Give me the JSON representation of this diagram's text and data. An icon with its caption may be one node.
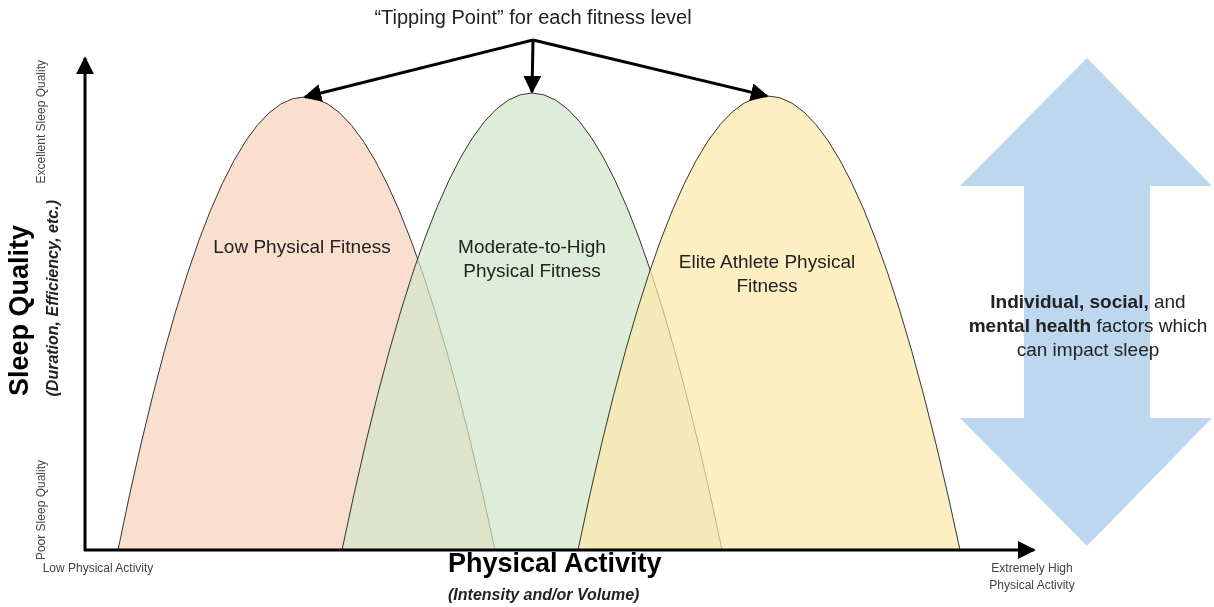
{
  "diagram": {
    "nodes": [
      {
        "text": [
          "“Tipping Point” for each fitness level"
        ]
      },
      {
        "text": [
          "Low Physical Fitness"
        ]
      },
      {
        "text": [
          "Moderate-to-High Physical Fitness"
        ]
      },
      {
        "text": [
          "Elite Athlete Physical Fitness"
        ]
      },
      {
        "text": [
          "**Individual, social,** and **mental health** factors which can impact sleep"
        ]
      }
    ],
    "edges": [
      {
        "from": 0,
        "to": 1,
        "arrow": "to"
      },
      {
        "from": 0,
        "to": 2,
        "arrow": "to"
      },
      {
        "from": 0,
        "to": 3,
        "arrow": "to"
      }
    ],
    "labels": [
      "Excellent Sleep Quality",
      "Sleep Quality",
      "(Duration, Efficiency, etc.)",
      "Poor Sleep Quality",
      "Low Physical Activity",
      "Physical Activity",
      "(Intensity and/or Volume)",
      "Extremely High Physical Activity"
    ]
  }
}
